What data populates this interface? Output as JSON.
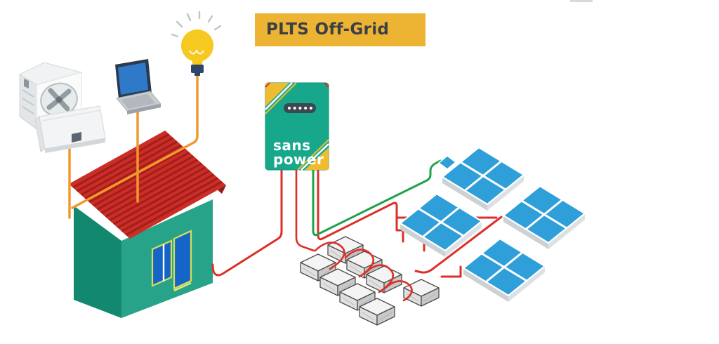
{
  "banner": {
    "label": "PLTS Off-Grid"
  },
  "inverter": {
    "brand_line1": "sans",
    "brand_line2": "power",
    "led_count": 5
  },
  "system": {
    "solar_panel_count": 4,
    "battery_count": 8,
    "appliances": [
      "ac-outdoor-unit",
      "ac-indoor-unit",
      "laptop",
      "light-bulb"
    ]
  },
  "colors": {
    "banner_bg": "#EDB434",
    "banner_text": "#3A4046",
    "inverter_teal": "#17A78B",
    "accent_yellow": "#F0BC2F",
    "roof_red": "#CB2E27",
    "roof_stripe": "#A31E1A",
    "roof_side_dark": "#8F1A17",
    "wall_teal_dark": "#12886E",
    "wall_teal_light": "#27A389",
    "panel_blue": "#2E9FD9",
    "wire_orange": "#F2992E",
    "wire_red": "#DD2F27",
    "wire_green": "#1FA24A",
    "door_blue": "#1565C8",
    "frame_yellow_green": "#D6DE52",
    "bulb_yellow": "#F5C91F",
    "bulb_base_navy": "#2E4468",
    "battery_gray": "#F4F4F4"
  }
}
